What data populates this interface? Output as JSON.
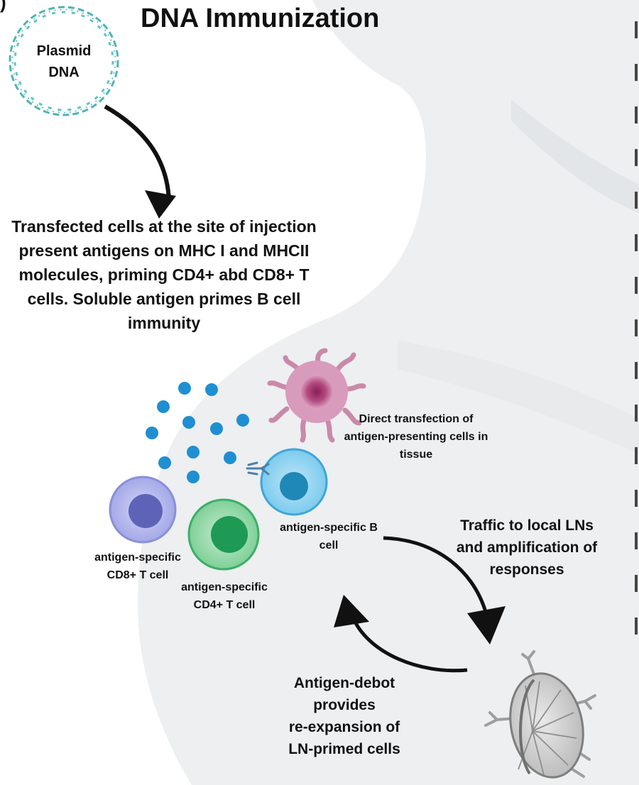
{
  "title": "DNA Immunization",
  "plasmid": {
    "label_line1": "Plasmid",
    "label_line2": "DNA"
  },
  "main_caption": {
    "line1": "Transfected cells at the site of injection",
    "line2": "present antigens on MHC I and MHCII",
    "line3": "molecules, priming CD4+ abd CD8+ T",
    "line4": "cells. Soluble antigen primes B cell",
    "line5": "immunity"
  },
  "apc_caption": {
    "line1": "Direct transfection of",
    "line2": "antigen-presenting cells in",
    "line3": "tissue"
  },
  "b_cell_label": {
    "line1": "antigen-specific B",
    "line2": "cell"
  },
  "cd8_label": {
    "line1": "antigen-specific",
    "line2": "CD8+ T cell"
  },
  "cd4_label": {
    "line1": "antigen-specific",
    "line2": "CD4+ T cell"
  },
  "traffic_label": {
    "line1": "Traffic to local LNs",
    "line2": "and amplification of",
    "line3": "responses"
  },
  "depot_label": {
    "line1": "Antigen-debot",
    "line2": "provides",
    "line3": "re-expansion of",
    "line4": "LN-primed cells"
  },
  "corner_mark": ")",
  "colors": {
    "plasmid_dna": "#4fb3b7",
    "antigen_dots": "#1f8fd1",
    "dendritic_cell": "#c24f8a",
    "b_cell": "#3ea6d8",
    "cd8_t_cell": "#8a8fd8",
    "cd4_t_cell": "#3cae69",
    "lymph_node": "#9e9e9e",
    "arrows": "#111111",
    "body_silhouette": "#eef0f1"
  },
  "icons": [
    "plasmid-dna-icon",
    "antigen-dots",
    "dendritic-cell-icon",
    "b-cell-icon",
    "antibody-icon",
    "cd8-t-cell-icon",
    "cd4-t-cell-icon",
    "lymph-node-icon"
  ]
}
